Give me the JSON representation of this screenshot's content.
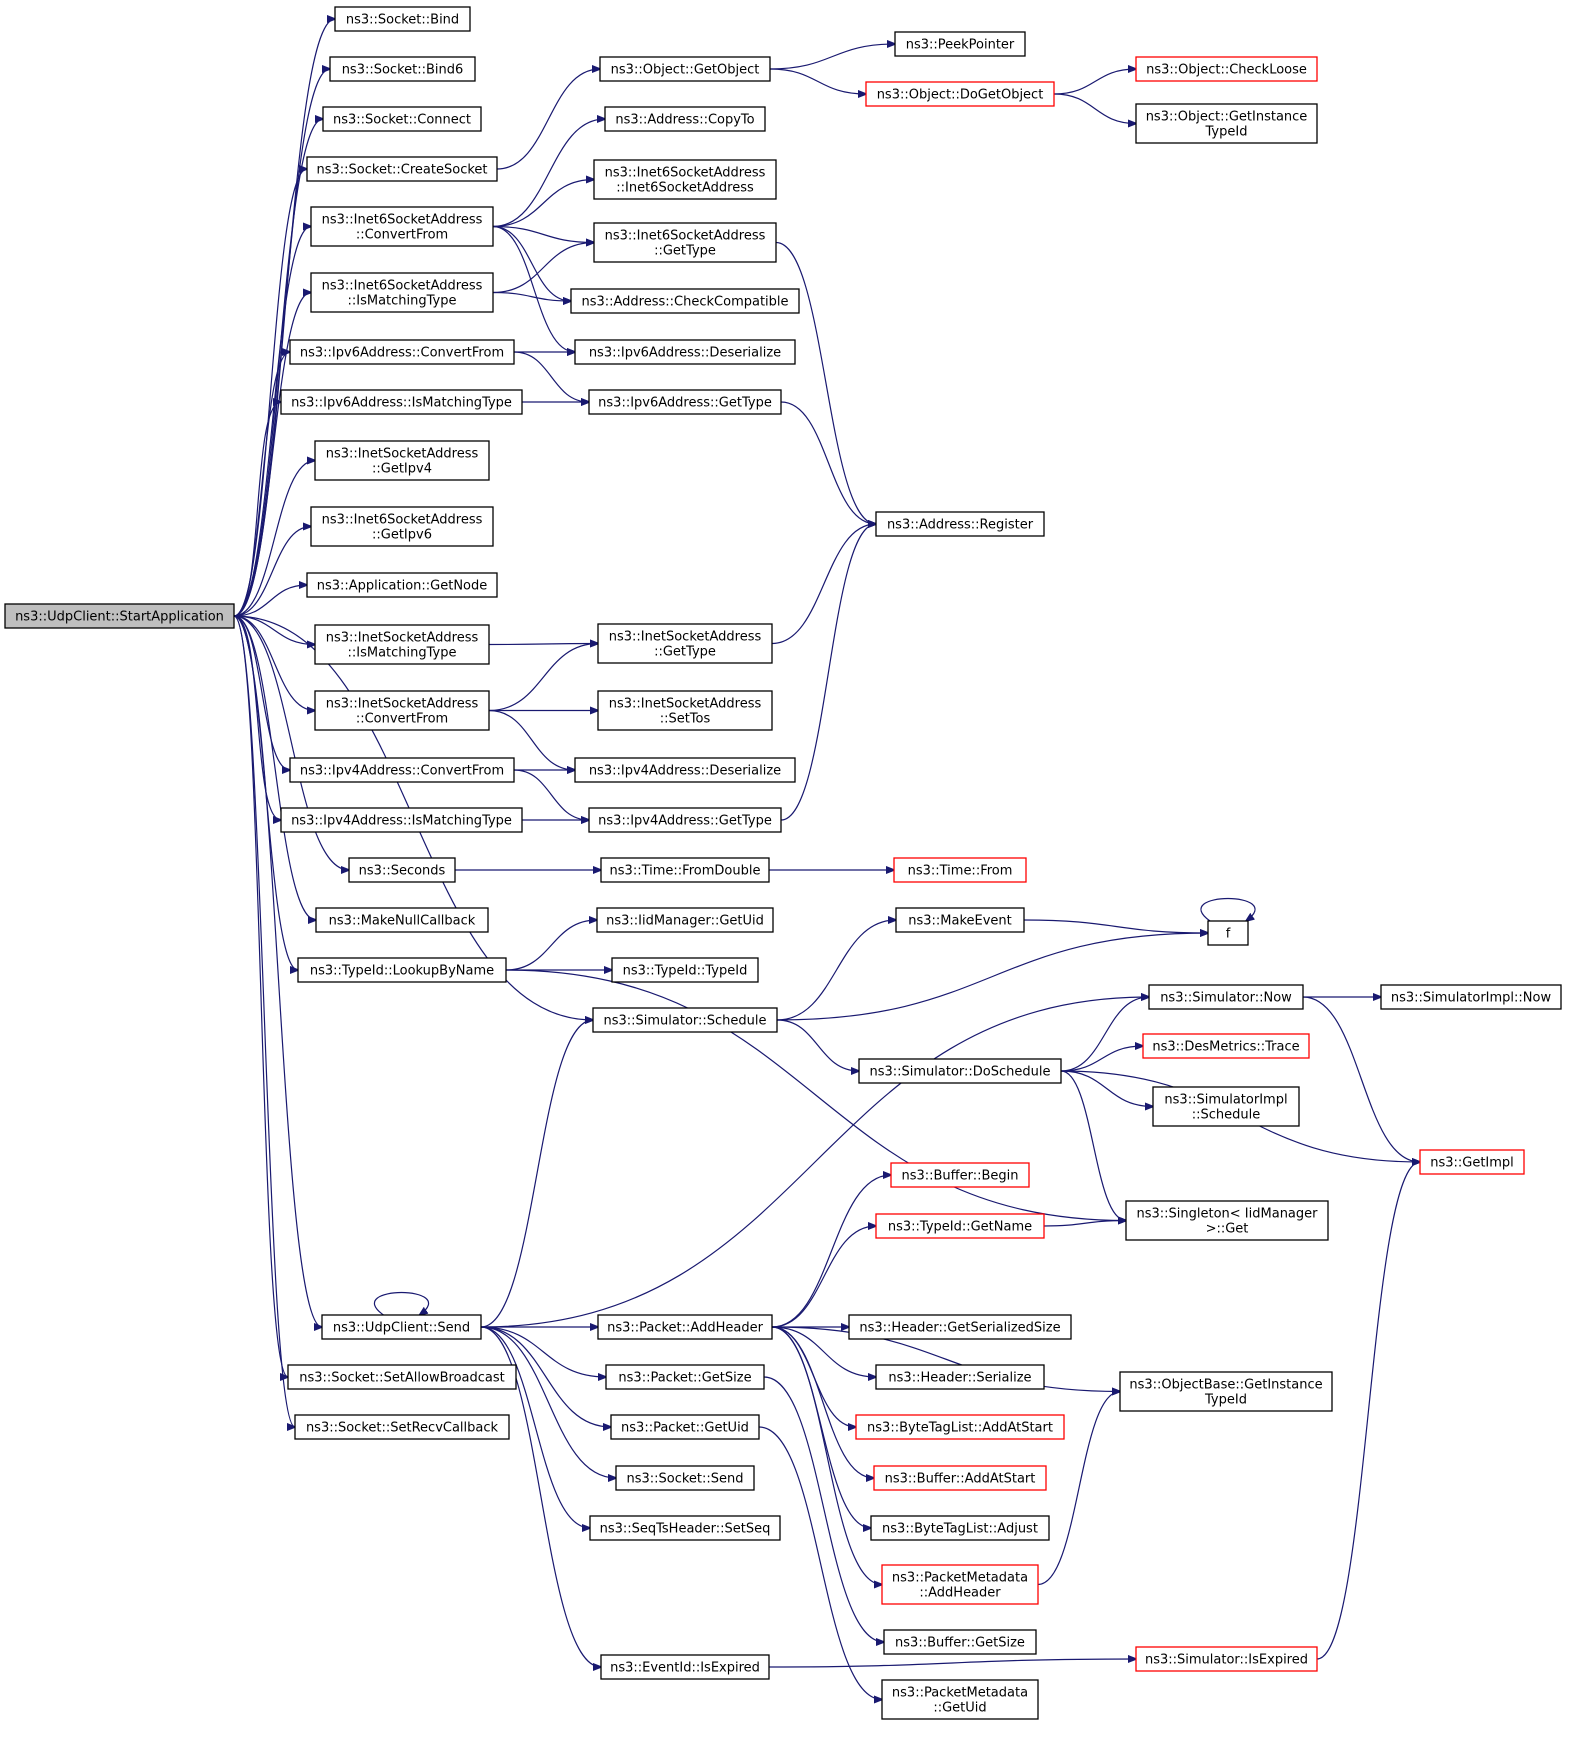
{
  "colors": {
    "edge": "#191970",
    "node_border": "#000000",
    "truncated_border": "#ff0000",
    "root_fill": "#bfbfbf",
    "node_fill": "#ffffff"
  },
  "nodes": [
    {
      "id": "root",
      "lines": [
        "ns3::UdpClient::StartApplication"
      ],
      "root": true
    },
    {
      "id": "sockBind",
      "lines": [
        "ns3::Socket::Bind"
      ]
    },
    {
      "id": "sockBind6",
      "lines": [
        "ns3::Socket::Bind6"
      ]
    },
    {
      "id": "sockConnect",
      "lines": [
        "ns3::Socket::Connect"
      ]
    },
    {
      "id": "sockCreate",
      "lines": [
        "ns3::Socket::CreateSocket"
      ]
    },
    {
      "id": "i6saConvert",
      "lines": [
        "ns3::Inet6SocketAddress",
        "::ConvertFrom"
      ]
    },
    {
      "id": "i6saMatch",
      "lines": [
        "ns3::Inet6SocketAddress",
        "::IsMatchingType"
      ]
    },
    {
      "id": "ip6Convert",
      "lines": [
        "ns3::Ipv6Address::ConvertFrom"
      ]
    },
    {
      "id": "ip6Match",
      "lines": [
        "ns3::Ipv6Address::IsMatchingType"
      ]
    },
    {
      "id": "isaGetIpv4",
      "lines": [
        "ns3::InetSocketAddress",
        "::GetIpv4"
      ]
    },
    {
      "id": "i6saGetIpv6",
      "lines": [
        "ns3::Inet6SocketAddress",
        "::GetIpv6"
      ]
    },
    {
      "id": "appGetNode",
      "lines": [
        "ns3::Application::GetNode"
      ]
    },
    {
      "id": "isaMatch",
      "lines": [
        "ns3::InetSocketAddress",
        "::IsMatchingType"
      ]
    },
    {
      "id": "isaConvert",
      "lines": [
        "ns3::InetSocketAddress",
        "::ConvertFrom"
      ]
    },
    {
      "id": "ip4Convert",
      "lines": [
        "ns3::Ipv4Address::ConvertFrom"
      ]
    },
    {
      "id": "ip4Match",
      "lines": [
        "ns3::Ipv4Address::IsMatchingType"
      ]
    },
    {
      "id": "seconds",
      "lines": [
        "ns3::Seconds"
      ]
    },
    {
      "id": "nullCb",
      "lines": [
        "ns3::MakeNullCallback"
      ]
    },
    {
      "id": "lookup",
      "lines": [
        "ns3::TypeId::LookupByName"
      ]
    },
    {
      "id": "udpSend",
      "lines": [
        "ns3::UdpClient::Send"
      ]
    },
    {
      "id": "setBcast",
      "lines": [
        "ns3::Socket::SetAllowBroadcast"
      ]
    },
    {
      "id": "setRecv",
      "lines": [
        "ns3::Socket::SetRecvCallback"
      ]
    },
    {
      "id": "objGet",
      "lines": [
        "ns3::Object::GetObject"
      ]
    },
    {
      "id": "addrCopy",
      "lines": [
        "ns3::Address::CopyTo"
      ]
    },
    {
      "id": "i6saCtor",
      "lines": [
        "ns3::Inet6SocketAddress",
        "::Inet6SocketAddress"
      ]
    },
    {
      "id": "i6saGetType",
      "lines": [
        "ns3::Inet6SocketAddress",
        "::GetType"
      ]
    },
    {
      "id": "addrCheck",
      "lines": [
        "ns3::Address::CheckCompatible"
      ]
    },
    {
      "id": "ip6Deser",
      "lines": [
        "ns3::Ipv6Address::Deserialize"
      ]
    },
    {
      "id": "ip6GetType",
      "lines": [
        "ns3::Ipv6Address::GetType"
      ]
    },
    {
      "id": "isaGetType",
      "lines": [
        "ns3::InetSocketAddress",
        "::GetType"
      ]
    },
    {
      "id": "isaSetTos",
      "lines": [
        "ns3::InetSocketAddress",
        "::SetTos"
      ]
    },
    {
      "id": "ip4Deser",
      "lines": [
        "ns3::Ipv4Address::Deserialize"
      ]
    },
    {
      "id": "ip4GetType",
      "lines": [
        "ns3::Ipv4Address::GetType"
      ]
    },
    {
      "id": "fromDouble",
      "lines": [
        "ns3::Time::FromDouble"
      ]
    },
    {
      "id": "iidGetUid",
      "lines": [
        "ns3::IidManager::GetUid"
      ]
    },
    {
      "id": "typeIdCtor",
      "lines": [
        "ns3::TypeId::TypeId"
      ]
    },
    {
      "id": "simSchedule",
      "lines": [
        "ns3::Simulator::Schedule"
      ]
    },
    {
      "id": "pktAddHeader",
      "lines": [
        "ns3::Packet::AddHeader"
      ]
    },
    {
      "id": "pktGetSize",
      "lines": [
        "ns3::Packet::GetSize"
      ]
    },
    {
      "id": "pktGetUid",
      "lines": [
        "ns3::Packet::GetUid"
      ]
    },
    {
      "id": "sockSend",
      "lines": [
        "ns3::Socket::Send"
      ]
    },
    {
      "id": "seqTs",
      "lines": [
        "ns3::SeqTsHeader::SetSeq"
      ]
    },
    {
      "id": "evExpired",
      "lines": [
        "ns3::EventId::IsExpired"
      ]
    },
    {
      "id": "peek",
      "lines": [
        "ns3::PeekPointer"
      ]
    },
    {
      "id": "doGetObj",
      "lines": [
        "ns3::Object::DoGetObject"
      ],
      "truncated": true
    },
    {
      "id": "addrReg",
      "lines": [
        "ns3::Address::Register"
      ]
    },
    {
      "id": "timeFrom",
      "lines": [
        "ns3::Time::From"
      ],
      "truncated": true
    },
    {
      "id": "makeEvent",
      "lines": [
        "ns3::MakeEvent"
      ]
    },
    {
      "id": "simDoSched",
      "lines": [
        "ns3::Simulator::DoSchedule"
      ]
    },
    {
      "id": "bufBegin",
      "lines": [
        "ns3::Buffer::Begin"
      ],
      "truncated": true
    },
    {
      "id": "tidGetName",
      "lines": [
        "ns3::TypeId::GetName"
      ],
      "truncated": true
    },
    {
      "id": "hdrSerSize",
      "lines": [
        "ns3::Header::GetSerializedSize"
      ]
    },
    {
      "id": "hdrSer",
      "lines": [
        "ns3::Header::Serialize"
      ]
    },
    {
      "id": "btlAddStart",
      "lines": [
        "ns3::ByteTagList::AddAtStart"
      ],
      "truncated": true
    },
    {
      "id": "bufAddStart",
      "lines": [
        "ns3::Buffer::AddAtStart"
      ],
      "truncated": true
    },
    {
      "id": "btlAdjust",
      "lines": [
        "ns3::ByteTagList::Adjust"
      ]
    },
    {
      "id": "pmAddHeader",
      "lines": [
        "ns3::PacketMetadata",
        "::AddHeader"
      ],
      "truncated": true
    },
    {
      "id": "bufGetSize",
      "lines": [
        "ns3::Buffer::GetSize"
      ]
    },
    {
      "id": "pmGetUid",
      "lines": [
        "ns3::PacketMetadata",
        "::GetUid"
      ]
    },
    {
      "id": "checkLoose",
      "lines": [
        "ns3::Object::CheckLoose"
      ],
      "truncated": true
    },
    {
      "id": "objGetInst",
      "lines": [
        "ns3::Object::GetInstance",
        "TypeId"
      ]
    },
    {
      "id": "f",
      "lines": [
        "f"
      ]
    },
    {
      "id": "simNow",
      "lines": [
        "ns3::Simulator::Now"
      ]
    },
    {
      "id": "desTrace",
      "lines": [
        "ns3::DesMetrics::Trace"
      ],
      "truncated": true
    },
    {
      "id": "simImplSched",
      "lines": [
        "ns3::SimulatorImpl",
        "::Schedule"
      ]
    },
    {
      "id": "singleton",
      "lines": [
        "ns3::Singleton< IidManager",
        ">::Get"
      ]
    },
    {
      "id": "objBaseInst",
      "lines": [
        "ns3::ObjectBase::GetInstance",
        "TypeId"
      ]
    },
    {
      "id": "simExpired",
      "lines": [
        "ns3::Simulator::IsExpired"
      ],
      "truncated": true
    },
    {
      "id": "simImplNow",
      "lines": [
        "ns3::SimulatorImpl::Now"
      ]
    },
    {
      "id": "getImpl",
      "lines": [
        "ns3::GetImpl"
      ],
      "truncated": true
    }
  ],
  "edges": [
    [
      "root",
      "sockBind"
    ],
    [
      "root",
      "sockBind6"
    ],
    [
      "root",
      "sockConnect"
    ],
    [
      "root",
      "sockCreate"
    ],
    [
      "root",
      "i6saConvert"
    ],
    [
      "root",
      "i6saMatch"
    ],
    [
      "root",
      "ip6Convert"
    ],
    [
      "root",
      "ip6Match"
    ],
    [
      "root",
      "isaGetIpv4"
    ],
    [
      "root",
      "i6saGetIpv6"
    ],
    [
      "root",
      "appGetNode"
    ],
    [
      "root",
      "isaMatch"
    ],
    [
      "root",
      "isaConvert"
    ],
    [
      "root",
      "ip4Convert"
    ],
    [
      "root",
      "ip4Match"
    ],
    [
      "root",
      "seconds"
    ],
    [
      "root",
      "nullCb"
    ],
    [
      "root",
      "lookup"
    ],
    [
      "root",
      "simSchedule"
    ],
    [
      "root",
      "udpSend"
    ],
    [
      "root",
      "setBcast"
    ],
    [
      "root",
      "setRecv"
    ],
    [
      "sockCreate",
      "objGet"
    ],
    [
      "objGet",
      "peek"
    ],
    [
      "objGet",
      "doGetObj"
    ],
    [
      "doGetObj",
      "checkLoose"
    ],
    [
      "doGetObj",
      "objGetInst"
    ],
    [
      "i6saConvert",
      "addrCopy"
    ],
    [
      "i6saConvert",
      "i6saCtor"
    ],
    [
      "i6saConvert",
      "i6saGetType"
    ],
    [
      "i6saConvert",
      "addrCheck"
    ],
    [
      "i6saConvert",
      "ip6Deser"
    ],
    [
      "i6saMatch",
      "i6saGetType"
    ],
    [
      "i6saMatch",
      "addrCheck"
    ],
    [
      "ip6Convert",
      "ip6Deser"
    ],
    [
      "ip6Convert",
      "ip6GetType"
    ],
    [
      "ip6Match",
      "ip6GetType"
    ],
    [
      "i6saGetType",
      "addrReg"
    ],
    [
      "ip6GetType",
      "addrReg"
    ],
    [
      "isaGetType",
      "addrReg"
    ],
    [
      "ip4GetType",
      "addrReg"
    ],
    [
      "isaMatch",
      "isaGetType"
    ],
    [
      "isaConvert",
      "isaGetType"
    ],
    [
      "isaConvert",
      "isaSetTos"
    ],
    [
      "isaConvert",
      "ip4Deser"
    ],
    [
      "ip4Convert",
      "ip4Deser"
    ],
    [
      "ip4Convert",
      "ip4GetType"
    ],
    [
      "ip4Match",
      "ip4GetType"
    ],
    [
      "seconds",
      "fromDouble"
    ],
    [
      "fromDouble",
      "timeFrom"
    ],
    [
      "lookup",
      "iidGetUid"
    ],
    [
      "lookup",
      "typeIdCtor"
    ],
    [
      "lookup",
      "singleton"
    ],
    [
      "simSchedule",
      "makeEvent"
    ],
    [
      "simSchedule",
      "f"
    ],
    [
      "simSchedule",
      "simDoSched"
    ],
    [
      "makeEvent",
      "f"
    ],
    [
      "f",
      "f"
    ],
    [
      "simDoSched",
      "simNow"
    ],
    [
      "simDoSched",
      "desTrace"
    ],
    [
      "simDoSched",
      "simImplSched"
    ],
    [
      "simDoSched",
      "getImpl"
    ],
    [
      "simDoSched",
      "singleton"
    ],
    [
      "simNow",
      "simImplNow"
    ],
    [
      "simNow",
      "getImpl"
    ],
    [
      "udpSend",
      "udpSend"
    ],
    [
      "udpSend",
      "simSchedule"
    ],
    [
      "udpSend",
      "simNow"
    ],
    [
      "udpSend",
      "pktAddHeader"
    ],
    [
      "udpSend",
      "pktGetSize"
    ],
    [
      "udpSend",
      "pktGetUid"
    ],
    [
      "udpSend",
      "sockSend"
    ],
    [
      "udpSend",
      "seqTs"
    ],
    [
      "udpSend",
      "evExpired"
    ],
    [
      "pktAddHeader",
      "bufBegin"
    ],
    [
      "pktAddHeader",
      "tidGetName"
    ],
    [
      "pktAddHeader",
      "objBaseInst"
    ],
    [
      "pktAddHeader",
      "hdrSerSize"
    ],
    [
      "pktAddHeader",
      "hdrSer"
    ],
    [
      "pktAddHeader",
      "btlAddStart"
    ],
    [
      "pktAddHeader",
      "bufAddStart"
    ],
    [
      "pktAddHeader",
      "btlAdjust"
    ],
    [
      "pktAddHeader",
      "pmAddHeader"
    ],
    [
      "tidGetName",
      "singleton"
    ],
    [
      "pmAddHeader",
      "objBaseInst"
    ],
    [
      "pktGetSize",
      "bufGetSize"
    ],
    [
      "pktGetUid",
      "pmGetUid"
    ],
    [
      "evExpired",
      "simExpired"
    ],
    [
      "simExpired",
      "getImpl"
    ]
  ]
}
